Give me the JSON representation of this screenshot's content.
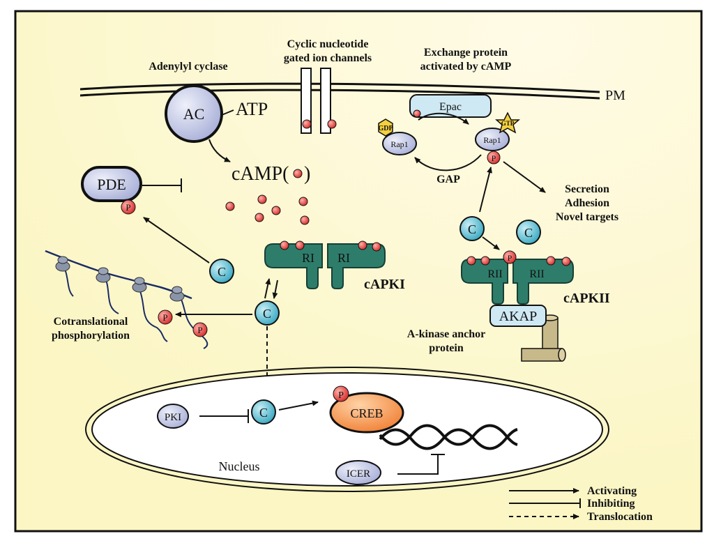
{
  "labels": {
    "adenylyl_cyclase": "Adenylyl cyclase",
    "cng_line1": "Cyclic nucleotide",
    "cng_line2": "gated ion channels",
    "epac_line1": "Exchange protein",
    "epac_line2": "activated by cAMP",
    "pm": "PM",
    "ac": "AC",
    "atp": "ATP",
    "camp": "cAMP(",
    "camp_close": ")",
    "pde": "PDE",
    "epac": "Epac",
    "gdp": "GDP",
    "gtp": "GTP",
    "rap1": "Rap1",
    "gap": "GAP",
    "targets_line1": "Secretion",
    "targets_line2": "Adhesion",
    "targets_line3": "Novel targets",
    "ri": "RI",
    "rii": "RII",
    "capki": "cAPKI",
    "capkii": "cAPKII",
    "akap": "AKAP",
    "akap_desc_line1": "A-kinase anchor",
    "akap_desc_line2": "protein",
    "c": "C",
    "p": "P",
    "cotrans_line1": "Cotranslational",
    "cotrans_line2": "phosphorylation",
    "pki": "PKI",
    "creb": "CREB",
    "nucleus": "Nucleus",
    "icer": "ICER"
  },
  "legend": {
    "activating": "Activating",
    "inhibiting": "Inhibiting",
    "translocation": "Translocation"
  },
  "colors": {
    "background": "#fdf9cf",
    "teal": "#2e7d6b",
    "c_subunit": "#49b6cc",
    "phospho": "#e0393a",
    "creb": "#f28a3c",
    "lavender": "#b8bfe0",
    "akap_tube": "#c8b98a"
  }
}
